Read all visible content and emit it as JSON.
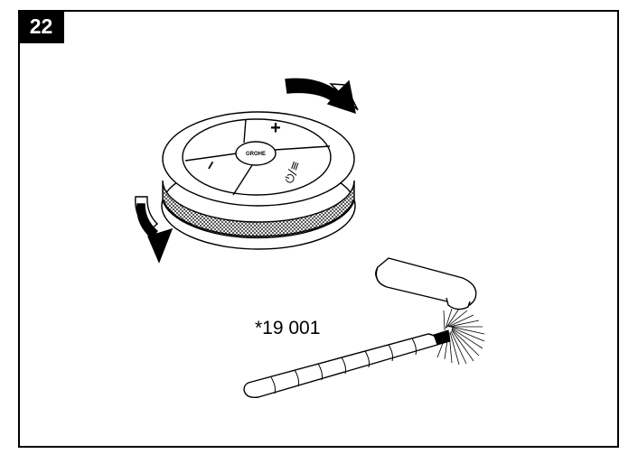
{
  "step": {
    "number": "22"
  },
  "control_knob": {
    "button_plus_symbol": "+",
    "button_minus_symbol": "–",
    "button_power_symbol": "⏻/≡",
    "center_logo_icon": "brand-logo",
    "rotation_arrows": [
      "rotate-arrow-top",
      "rotate-arrow-left"
    ]
  },
  "cleaning_tool": {
    "part_number": "*19 001",
    "items": [
      "cleaning-pad",
      "cleaning-brush"
    ]
  },
  "colors": {
    "line": "#000000",
    "background": "#ffffff",
    "badge_background": "#000000",
    "badge_text": "#ffffff"
  }
}
